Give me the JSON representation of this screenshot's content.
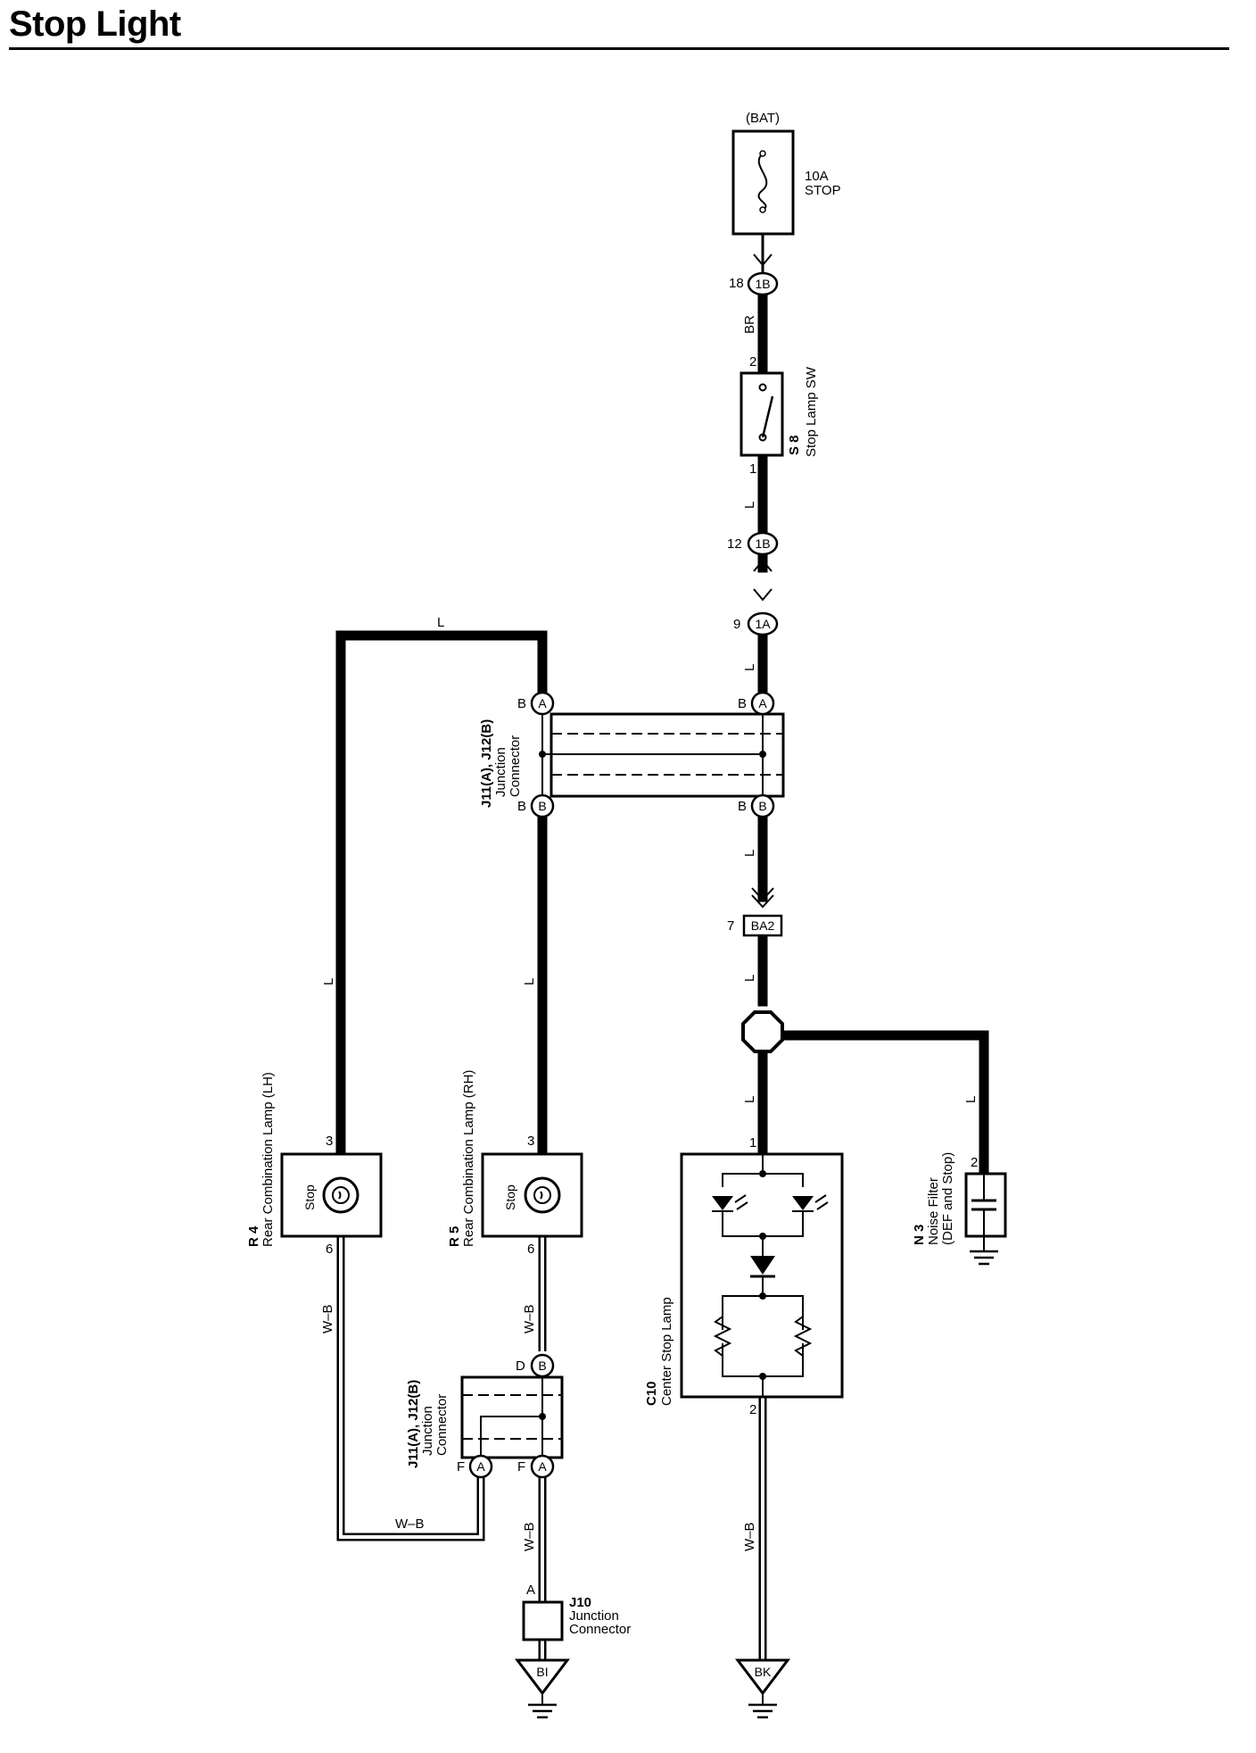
{
  "title": "Stop Light",
  "power": {
    "source": "(BAT)",
    "fuse_rating": "10A",
    "fuse_name": "STOP"
  },
  "connectors": {
    "top_1b": {
      "pin": "18",
      "label": "1B"
    },
    "mid_1b": {
      "pin": "12",
      "label": "1B"
    },
    "c_1a": {
      "pin": "9",
      "label": "1A"
    },
    "ba2": {
      "pin": "7",
      "label": "BA2"
    },
    "ja_left_top": {
      "pin": "B",
      "label": "A"
    },
    "ja_right_top": {
      "pin": "B",
      "label": "A"
    },
    "ja_left_bot": {
      "pin": "B",
      "label": "B"
    },
    "ja_right_bot": {
      "pin": "B",
      "label": "B"
    },
    "jb_top": {
      "pin": "D",
      "label": "B"
    },
    "jb_bot_left": {
      "pin": "F",
      "label": "A"
    },
    "jb_bot_right": {
      "pin": "F",
      "label": "A"
    }
  },
  "wires": {
    "br": "BR",
    "l": "L",
    "wb": "W–B"
  },
  "components": {
    "stop_sw": {
      "id": "S 8",
      "name": "Stop Lamp SW",
      "pin_in": "2",
      "pin_out": "1"
    },
    "junction_a": {
      "id": "J11(A), J12(B)",
      "name": "Junction",
      "name2": "Connector"
    },
    "junction_b": {
      "id": "J11(A), J12(B)",
      "name": "Junction",
      "name2": "Connector"
    },
    "r4": {
      "id": "R 4",
      "name": "Rear Combination Lamp (LH)",
      "inner": "Stop",
      "pin_in": "3",
      "pin_out": "6"
    },
    "r5": {
      "id": "R 5",
      "name": "Rear Combination Lamp (RH)",
      "inner": "Stop",
      "pin_in": "3",
      "pin_out": "6"
    },
    "c10": {
      "id": "C10",
      "name": "Center Stop Lamp",
      "pin_in": "1",
      "pin_out": "2"
    },
    "n3": {
      "id": "N 3",
      "name": "Noise Filter",
      "name2": "(DEF and Stop)",
      "pin": "2"
    },
    "j10": {
      "id": "J10",
      "name": "Junction",
      "name2": "Connector",
      "pin": "A"
    }
  },
  "grounds": {
    "left": "BI",
    "right": "BK"
  }
}
